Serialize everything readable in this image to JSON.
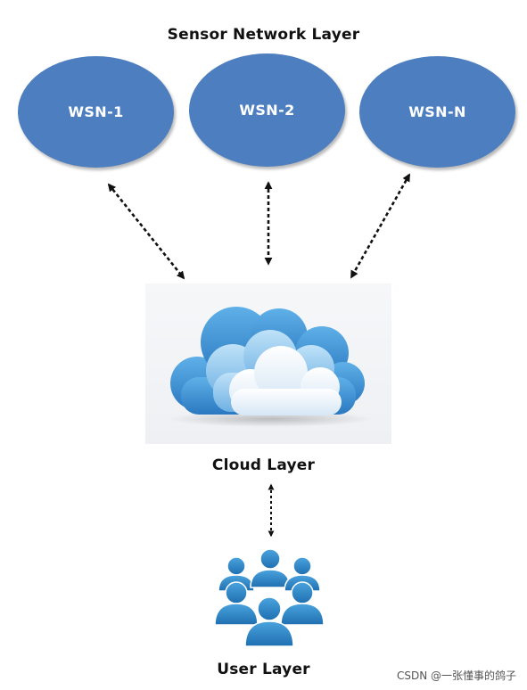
{
  "diagram": {
    "sensor_layer_title": "Sensor Network Layer",
    "cloud_layer_title": "Cloud Layer",
    "user_layer_title": "User Layer",
    "nodes": [
      {
        "label": "WSN-1"
      },
      {
        "label": "WSN-2"
      },
      {
        "label": "WSN-N"
      }
    ],
    "watermark": "CSDN @一张懂事的鸽子"
  },
  "colors": {
    "node_fill": "#4d7ebf",
    "cloud_dark": "#3e8fd1",
    "cloud_mid": "#86c0ea",
    "cloud_light": "#eef5fb",
    "user_icon": "#2f86c8",
    "arrow": "#111111"
  },
  "icons": {
    "cloud": "cloud-icon",
    "users": "users-group-icon"
  }
}
